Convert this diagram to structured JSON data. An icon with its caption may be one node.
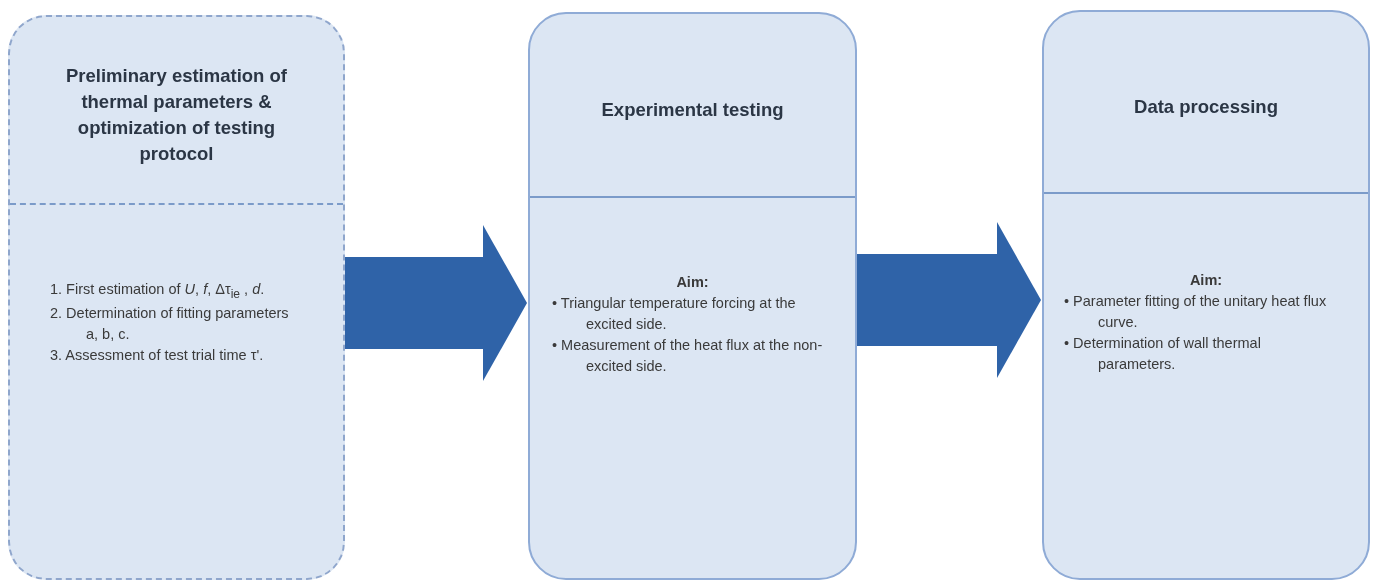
{
  "diagram": {
    "nodes": [
      {
        "text": [
          "Preliminary estimation of thermal parameters & optimization of testing protocol",
          "1. First estimation of *U*, *f*, Δτ$_{ie}$ , *d*.",
          "2. Determination of fitting parameters a, b, c.",
          "3. Assessment of test trial time τ'."
        ]
      },
      {
        "text": [
          "Experimental testing",
          "Aim:",
          "• Triangular temperature forcing at the excited side.",
          "• Measurement of the heat flux at the non-excited side."
        ]
      },
      {
        "text": [
          "Data processing",
          "Aim:",
          "• Parameter fitting of the unitary heat flux curve.",
          "• Determination of wall thermal parameters."
        ]
      }
    ],
    "edges": [
      {
        "from": 0,
        "to": 1,
        "arrow": "to"
      },
      {
        "from": 1,
        "to": 2,
        "arrow": "to"
      }
    ]
  }
}
